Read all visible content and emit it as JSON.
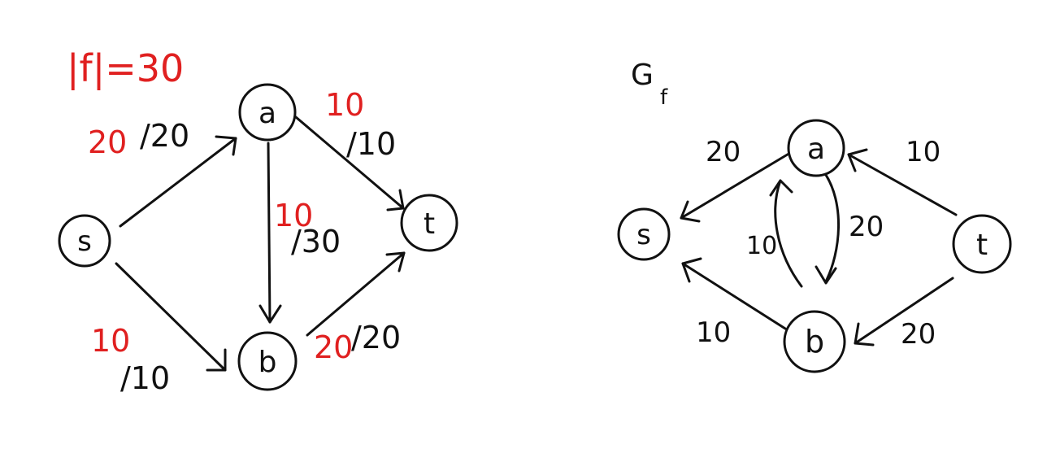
{
  "colors": {
    "ink": "#111111",
    "flow": "#e02020"
  },
  "left_network": {
    "flow_value_label": "|f|=30",
    "nodes": {
      "s": "s",
      "a": "a",
      "b": "b",
      "t": "t"
    },
    "edges": [
      {
        "from": "s",
        "to": "a",
        "flow": "20",
        "capacity": "/20"
      },
      {
        "from": "s",
        "to": "b",
        "flow": "10",
        "capacity": "/10"
      },
      {
        "from": "a",
        "to": "b",
        "flow": "10",
        "capacity": "/30"
      },
      {
        "from": "a",
        "to": "t",
        "flow": "10",
        "capacity": "/10"
      },
      {
        "from": "b",
        "to": "t",
        "flow": "20",
        "capacity": "/20"
      }
    ]
  },
  "residual_network": {
    "title": "G",
    "title_subscript": "f",
    "nodes": {
      "s": "s",
      "a": "a",
      "b": "b",
      "t": "t"
    },
    "edges": [
      {
        "from": "a",
        "to": "s",
        "label": "20"
      },
      {
        "from": "b",
        "to": "s",
        "label": "10"
      },
      {
        "from": "a",
        "to": "b",
        "label": "20"
      },
      {
        "from": "b",
        "to": "a",
        "label": "10"
      },
      {
        "from": "t",
        "to": "a",
        "label": "10"
      },
      {
        "from": "t",
        "to": "b",
        "label": "20"
      }
    ]
  }
}
